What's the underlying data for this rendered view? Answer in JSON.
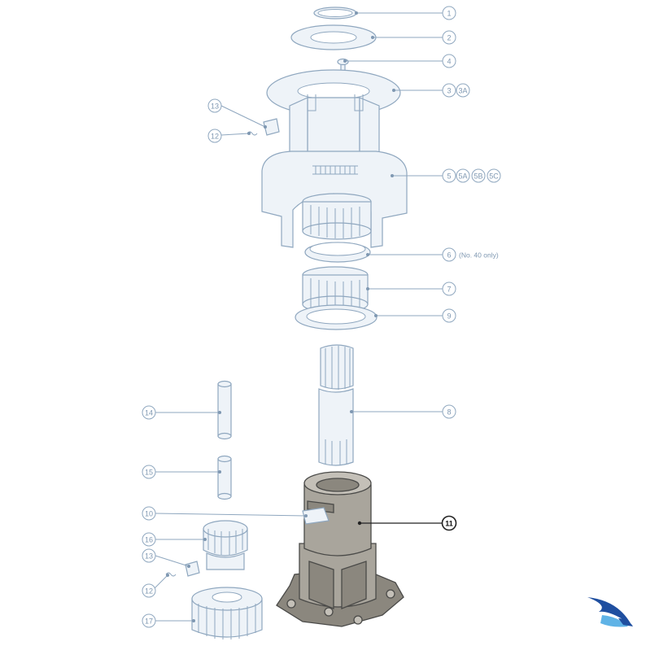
{
  "callouts": {
    "c1": "1",
    "c2": "2",
    "c3": "3",
    "c3a": "3A",
    "c4": "4",
    "c5": "5",
    "c5a": "5A",
    "c5b": "5B",
    "c5c": "5C",
    "c6": "6",
    "c6_note": "(No. 40 only)",
    "c7": "7",
    "c8": "8",
    "c9": "9",
    "c10": "10",
    "c11": "11",
    "c12a": "12",
    "c12b": "12",
    "c13a": "13",
    "c13b": "13",
    "c14": "14",
    "c15": "15",
    "c16": "16",
    "c17": "17"
  },
  "highlighted_part": "11",
  "colors": {
    "outline": "#8fa7bf",
    "highlight_fill": "#a9a59c",
    "highlight_stroke": "#4a4a48",
    "logo_blue": "#1f4fa0",
    "logo_light": "#5fb3e6"
  },
  "logo": {
    "icon": "bird-wing-logo-icon"
  }
}
